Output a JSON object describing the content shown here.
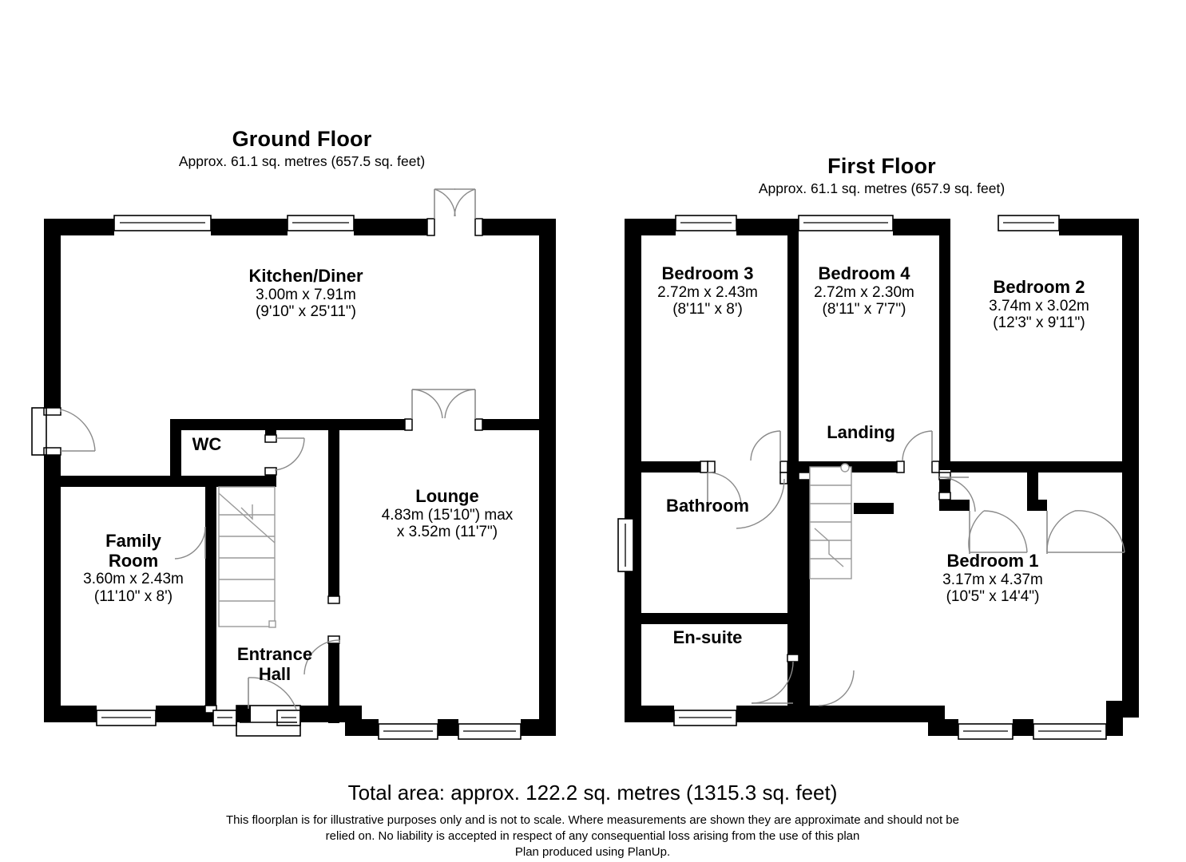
{
  "document": {
    "type": "floor-plan",
    "producer_note": "Plan produced using PlanUp."
  },
  "floors": [
    {
      "id": "ground",
      "title": "Ground Floor",
      "subtitle": "Approx. 61.1 sq. metres (657.5 sq. feet)",
      "rooms": [
        {
          "id": "kitchen-diner",
          "name": "Kitchen/Diner",
          "dim_metric": "3.00m x 7.91m",
          "dim_imperial": "(9'10\" x 25'11\")"
        },
        {
          "id": "wc",
          "name": "WC",
          "dim_metric": "",
          "dim_imperial": ""
        },
        {
          "id": "lounge",
          "name": "Lounge",
          "dim_metric": "4.83m (15'10\") max",
          "dim_imperial": "x 3.52m (11'7\")"
        },
        {
          "id": "family-room",
          "name": "Family\nRoom",
          "name_line1": "Family",
          "name_line2": "Room",
          "dim_metric": "3.60m x 2.43m",
          "dim_imperial": "(11'10\" x 8')"
        },
        {
          "id": "entrance-hall",
          "name_line1": "Entrance",
          "name_line2": "Hall",
          "dim_metric": "",
          "dim_imperial": ""
        }
      ]
    },
    {
      "id": "first",
      "title": "First Floor",
      "subtitle": "Approx. 61.1 sq. metres (657.9 sq. feet)",
      "rooms": [
        {
          "id": "bedroom-3",
          "name": "Bedroom 3",
          "dim_metric": "2.72m x 2.43m",
          "dim_imperial": "(8'11\" x 8')"
        },
        {
          "id": "bedroom-4",
          "name": "Bedroom 4",
          "dim_metric": "2.72m x 2.30m",
          "dim_imperial": "(8'11\" x 7'7\")"
        },
        {
          "id": "bedroom-2",
          "name": "Bedroom 2",
          "dim_metric": "3.74m x 3.02m",
          "dim_imperial": "(12'3\" x 9'11\")"
        },
        {
          "id": "landing",
          "name": "Landing",
          "dim_metric": "",
          "dim_imperial": ""
        },
        {
          "id": "bathroom",
          "name": "Bathroom",
          "dim_metric": "",
          "dim_imperial": ""
        },
        {
          "id": "en-suite",
          "name": "En-suite",
          "dim_metric": "",
          "dim_imperial": ""
        },
        {
          "id": "bedroom-1",
          "name": "Bedroom 1",
          "dim_metric": "3.17m x 4.37m",
          "dim_imperial": "(10'5\" x 14'4\")"
        }
      ]
    }
  ],
  "footer": {
    "total_area": "Total area: approx. 122.2 sq. metres (1315.3 sq. feet)",
    "disclaimer_line1": "This floorplan is for illustrative purposes only and is not to scale. Where measurements are shown they are approximate and should not be",
    "disclaimer_line2": "relied on. No liability is accepted in respect of any consequential loss arising from the use of this plan",
    "disclaimer_line3": "Plan produced using PlanUp."
  },
  "colors": {
    "wall": "#000000",
    "background": "#ffffff",
    "door_arc": "#8a8a8a",
    "stair": "#9a9a9a",
    "text": "#000000"
  }
}
